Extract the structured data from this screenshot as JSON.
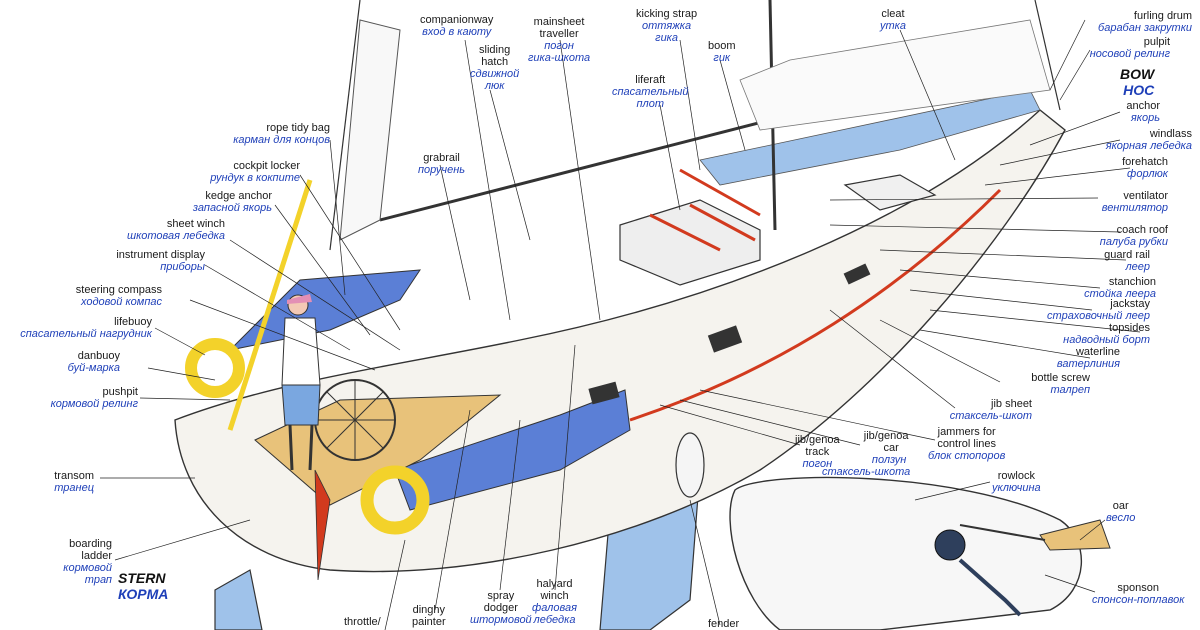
{
  "colors": {
    "hull_blue": "#5b7fd6",
    "light_blue": "#9fc2ea",
    "deck_wood": "#e8c27a",
    "red": "#d23a1e",
    "yellow": "#f3d22a",
    "label_en": "#1a1a1a",
    "label_ru": "#1e3fb8"
  },
  "orientation": {
    "bow": {
      "en": "BOW",
      "ru": "НОС"
    },
    "stern": {
      "en": "STERN",
      "ru": "КОРМА"
    }
  },
  "labels": {
    "companionway": {
      "en": "companionway",
      "ru": "вход в каюту"
    },
    "mainsheet_traveller": {
      "en1": "mainsheet",
      "en2": "traveller",
      "ru1": "погон",
      "ru2": "гика-шкота"
    },
    "sliding_hatch": {
      "en1": "sliding",
      "en2": "hatch",
      "ru1": "сдвижной",
      "ru2": "люк"
    },
    "kicking_strap": {
      "en": "kicking strap",
      "ru": "оттяжка",
      "ru2": "гика"
    },
    "boom": {
      "en": "boom",
      "ru": "гик"
    },
    "liferaft": {
      "en": "liferaft",
      "ru1": "спасательный",
      "ru2": "плот"
    },
    "cleat": {
      "en": "cleat",
      "ru": "утка"
    },
    "furling_drum": {
      "en": "furling drum",
      "ru": "барабан закрутки"
    },
    "pulpit": {
      "en": "pulpit",
      "ru": "носовой релинг"
    },
    "anchor": {
      "en": "anchor",
      "ru": "якорь"
    },
    "windlass": {
      "en": "windlass",
      "ru": "якорная лебедка"
    },
    "forehatch": {
      "en": "forehatch",
      "ru": "форлюк"
    },
    "ventilator": {
      "en": "ventilator",
      "ru": "вентилятор"
    },
    "coach_roof": {
      "en": "coach roof",
      "ru": "палуба рубки"
    },
    "guard_rail": {
      "en": "guard rail",
      "ru": "леер"
    },
    "stanchion": {
      "en": "stanchion",
      "ru": "стойка леера"
    },
    "jackstay": {
      "en": "jackstay",
      "ru": "страховочный леер"
    },
    "topsides": {
      "en": "topsides",
      "ru": "надводный борт"
    },
    "waterline": {
      "en": "waterline",
      "ru": "ватерлиния"
    },
    "bottle_screw": {
      "en": "bottle screw",
      "ru": "талреп"
    },
    "jib_sheet": {
      "en": "jib sheet",
      "ru": "стаксель-шкот"
    },
    "jammers": {
      "en1": "jammers for",
      "en2": "control lines",
      "ru": "блок стопоров"
    },
    "jib_genoa_track": {
      "en1": "jib/genoa",
      "en2": "track",
      "ru": "погон"
    },
    "jib_genoa_car": {
      "en1": "jib/genoa",
      "en2": "car",
      "ru1": "ползун",
      "ru2": "стаксель-шкота"
    },
    "rowlock": {
      "en": "rowlock",
      "ru": "уключина"
    },
    "oar": {
      "en": "oar",
      "ru": "весло"
    },
    "sponson": {
      "en": "sponson",
      "ru": "спонсон-поплавок"
    },
    "rope_tidy_bag": {
      "en": "rope tidy bag",
      "ru": "карман для концов"
    },
    "cockpit_locker": {
      "en": "cockpit locker",
      "ru": "рундук в кокпите"
    },
    "kedge_anchor": {
      "en": "kedge anchor",
      "ru": "запасной якорь"
    },
    "sheet_winch": {
      "en": "sheet winch",
      "ru": "шкотовая лебедка"
    },
    "instrument_display": {
      "en": "instrument display",
      "ru": "приборы"
    },
    "steering_compass": {
      "en": "steering compass",
      "ru": "ходовой компас"
    },
    "lifebuoy": {
      "en": "lifebuoy",
      "ru": "спасательный нагрудник"
    },
    "danbuoy": {
      "en": "danbuoy",
      "ru": "буй-марка"
    },
    "pushpit": {
      "en": "pushpit",
      "ru": "кормовой релинг"
    },
    "grabrail": {
      "en": "grabrail",
      "ru": "поручень"
    },
    "transom": {
      "en": "transom",
      "ru": "транец"
    },
    "boarding_ladder": {
      "en1": "boarding",
      "en2": "ladder",
      "ru1": "кормовой",
      "ru2": "трап"
    },
    "throttle": {
      "en": "throttle/"
    },
    "dinghy_painter": {
      "en1": "dinghy",
      "en2": "painter"
    },
    "spray_dodger": {
      "en1": "spray",
      "en2": "dodger",
      "ru": "штормовой"
    },
    "halyard_winch": {
      "en1": "halyard",
      "en2": "winch",
      "ru1": "фаловая",
      "ru2": "лебедка"
    },
    "fender": {
      "en": "fender"
    }
  }
}
